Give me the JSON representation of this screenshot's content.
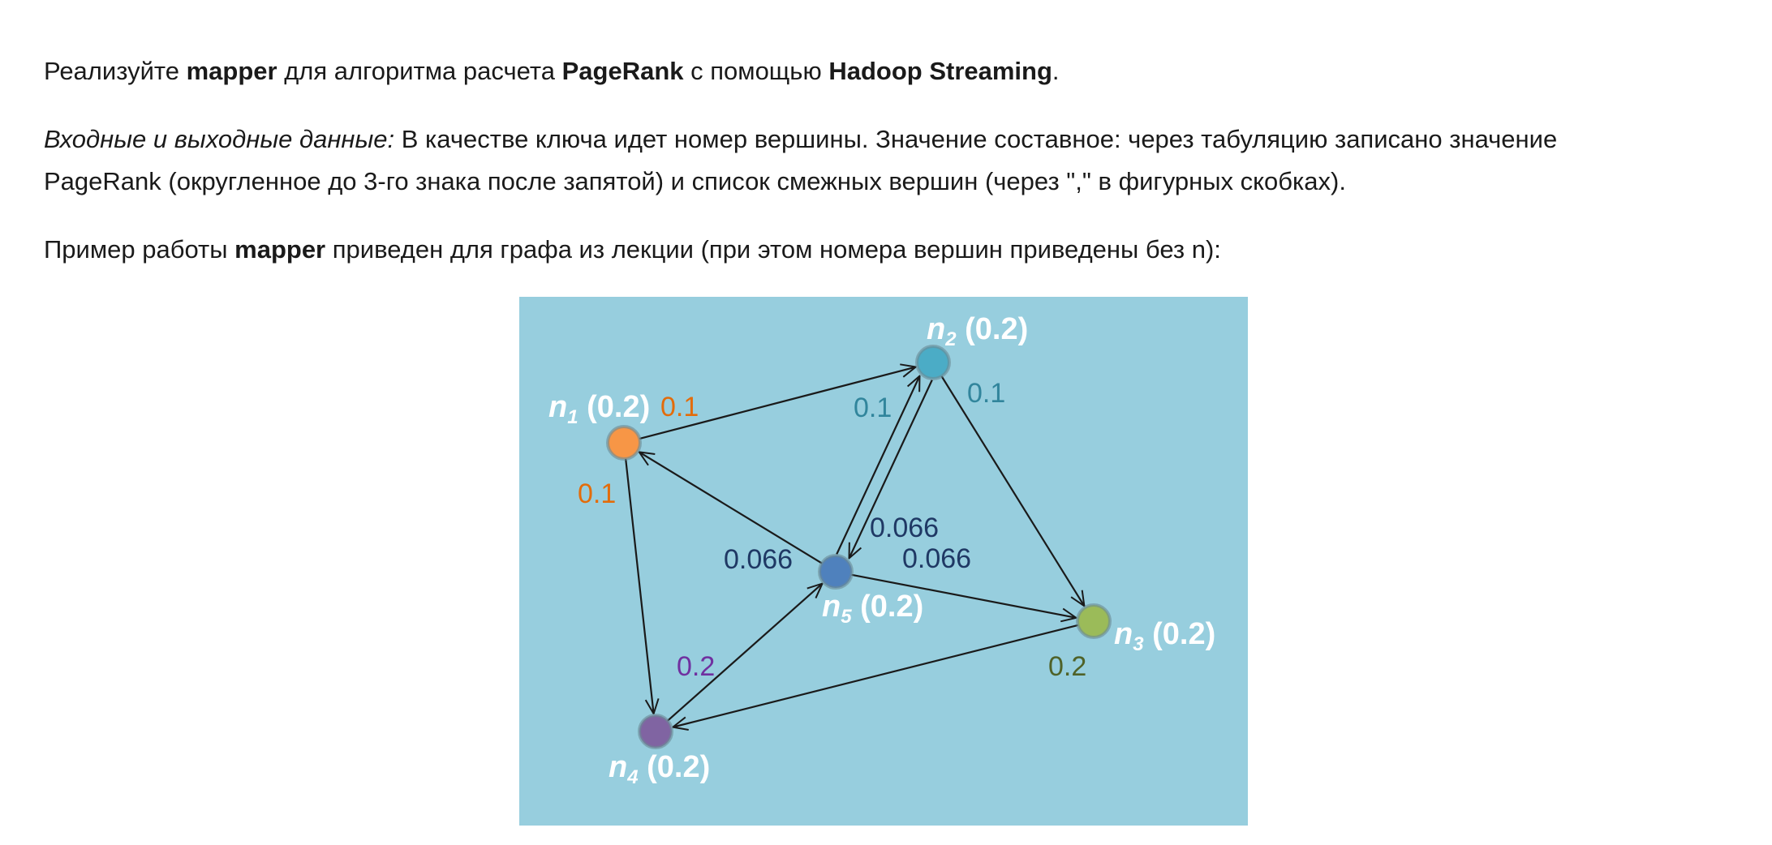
{
  "paragraph1": {
    "t1": "Реализуйте ",
    "b1": "mapper",
    "t2": " для алгоритма расчета ",
    "b2": "PageRank",
    "t3": " с помощью ",
    "b3": "Hadoop Streaming",
    "t4": "."
  },
  "paragraph2": {
    "italic": "Входные и выходные данные:",
    "line1": " В качестве ключа идет номер вершины. Значение составное: через табуляцию записано значение",
    "line2": "PageRank (округленное до 3-го знака после запятой) и список смежных вершин (через \",\" в фигурных скобках)."
  },
  "paragraph3": {
    "t1": "Пример работы ",
    "b1": "mapper",
    "t2": " приведен для графа из лекции (при этом номера вершин приведены без n):"
  },
  "graph": {
    "background": "#97cede",
    "nodes": [
      {
        "id": "n1",
        "name": "n",
        "sub": "1",
        "rank": " (0.2)",
        "color": "#f79646"
      },
      {
        "id": "n2",
        "name": "n",
        "sub": "2",
        "rank": " (0.2)",
        "color": "#4bacc6"
      },
      {
        "id": "n3",
        "name": "n",
        "sub": "3",
        "rank": " (0.2)",
        "color": "#9bbb59"
      },
      {
        "id": "n4",
        "name": "n",
        "sub": "4",
        "rank": " (0.2)",
        "color": "#8064a2"
      },
      {
        "id": "n5",
        "name": "n",
        "sub": "5",
        "rank": " (0.2)",
        "color": "#4f81bd"
      }
    ],
    "edges": [
      {
        "from": "n1",
        "to": "n2"
      },
      {
        "from": "n1",
        "to": "n4"
      },
      {
        "from": "n2",
        "to": "n3"
      },
      {
        "from": "n2",
        "to": "n5"
      },
      {
        "from": "n5",
        "to": "n2"
      },
      {
        "from": "n5",
        "to": "n1"
      },
      {
        "from": "n5",
        "to": "n3"
      },
      {
        "from": "n4",
        "to": "n5"
      },
      {
        "from": "n3",
        "to": "n4"
      }
    ],
    "weights": [
      {
        "id": "w-n1-a",
        "text": "0.1",
        "color": "#e36c0a"
      },
      {
        "id": "w-n1-b",
        "text": "0.1",
        "color": "#e36c0a"
      },
      {
        "id": "w-n2-a",
        "text": "0.1",
        "color": "#31859c"
      },
      {
        "id": "w-n2-b",
        "text": "0.1",
        "color": "#31859c"
      },
      {
        "id": "w-n5-a",
        "text": "0.066",
        "color": "#1f3864"
      },
      {
        "id": "w-n5-b",
        "text": "0.066",
        "color": "#1f3864"
      },
      {
        "id": "w-n5-c",
        "text": "0.066",
        "color": "#1f3864"
      },
      {
        "id": "w-n4",
        "text": "0.2",
        "color": "#7030a0"
      },
      {
        "id": "w-n3",
        "text": "0.2",
        "color": "#4f6228"
      }
    ]
  }
}
